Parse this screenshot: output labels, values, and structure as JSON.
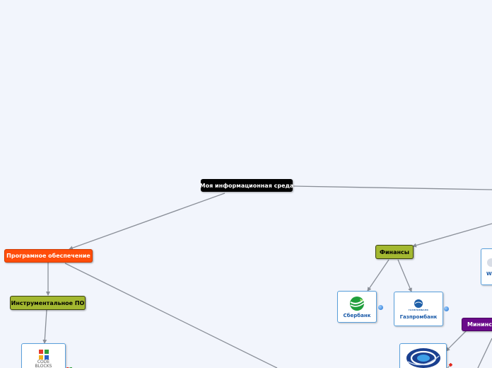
{
  "nodes": {
    "central": "Моя информационная среда",
    "software": "Програмное обеспечение",
    "instrumental": "Инструментальное ПО",
    "finance": "Финансы",
    "sberbank": "Сбербанк",
    "gazprombank": "Газпромбанк",
    "gazprombank_logo_text": "ГАЗПРОМБАНК",
    "mininsk": "Мининск",
    "codeblocks_logo": "CODE BLOCKS",
    "right_card_text": "W"
  },
  "colors": {
    "background": "#f2f5fc",
    "central": "#000000",
    "software": "#ff4d0a",
    "instrumental": "#a3b830",
    "finance": "#a3b830",
    "mininsk": "#6a0a8a",
    "card_border": "#5aa0dc",
    "connector": "#8a8f98"
  }
}
